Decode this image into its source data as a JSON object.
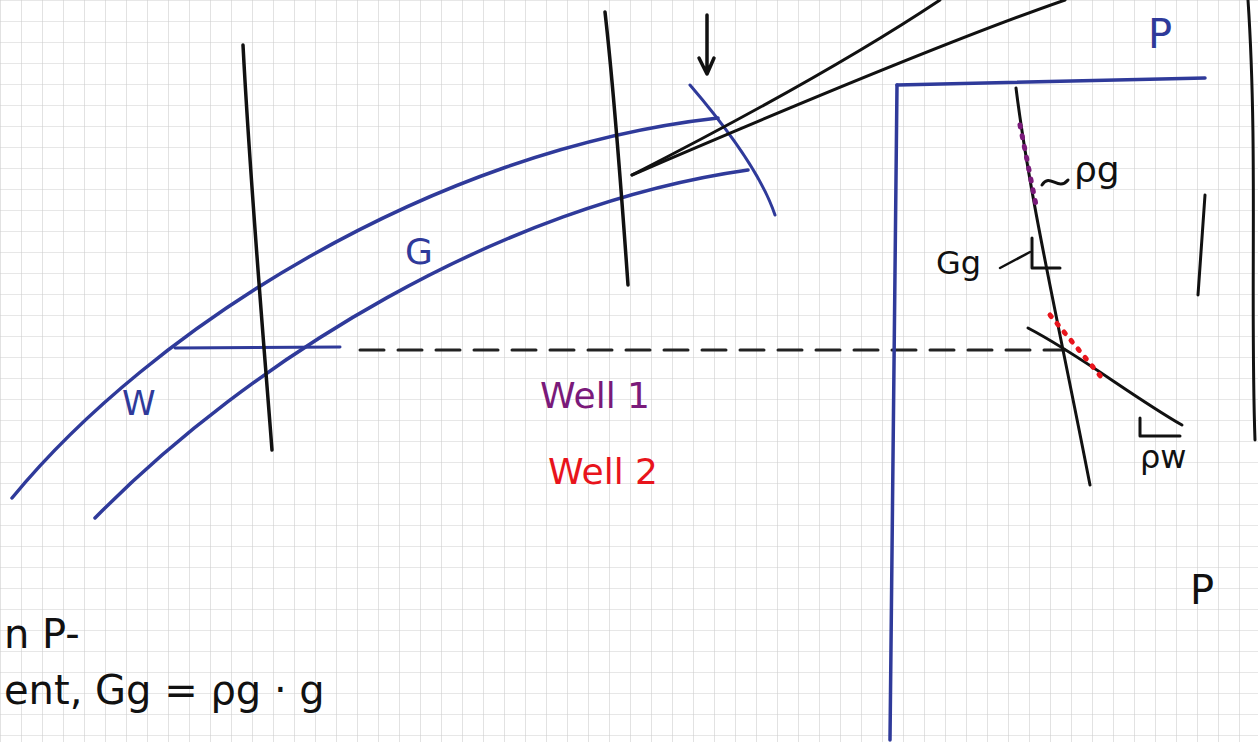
{
  "diagram": {
    "labels": [
      "G",
      "W",
      "Well 1",
      "Well 2",
      "P",
      "ρg",
      "Gg",
      "ρw",
      "P",
      "n P-",
      "ent, Gg = ρg · g"
    ]
  }
}
